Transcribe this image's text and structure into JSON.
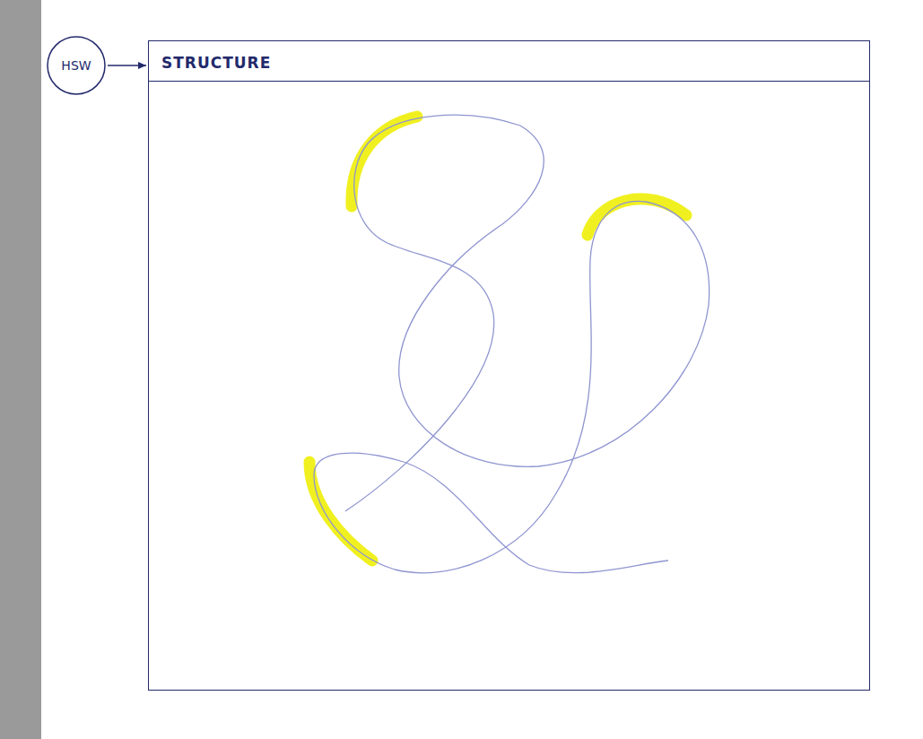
{
  "diagram": {
    "nodes": [
      {
        "text": [
          "HSW"
        ]
      },
      {
        "text": [
          "STRUCTURE"
        ]
      }
    ],
    "edges": [
      {
        "from": 0,
        "to": 1,
        "arrow": "to"
      }
    ]
  }
}
